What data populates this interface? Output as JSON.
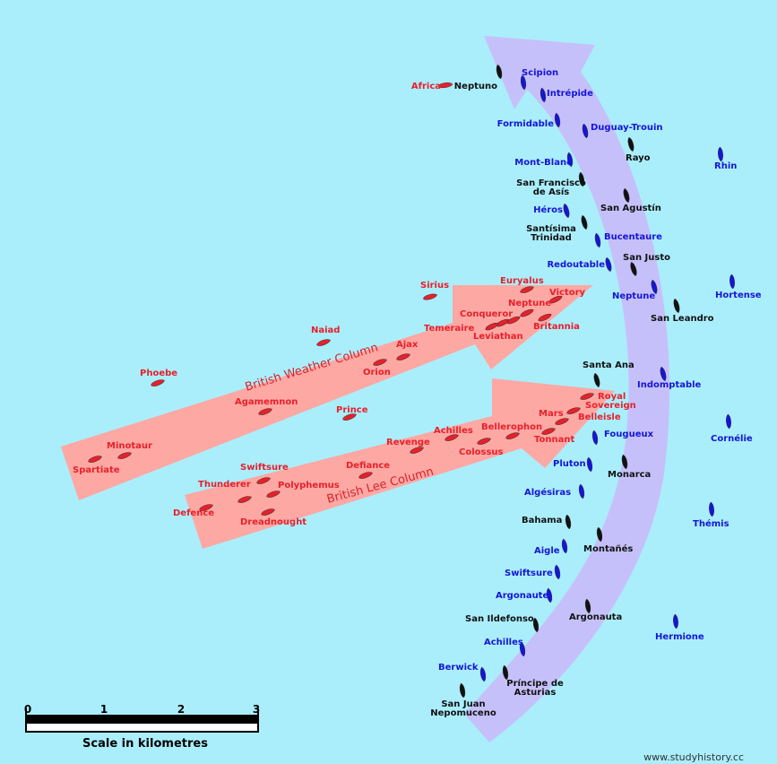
{
  "colors": {
    "sea": "#aaeefc",
    "british": "#e8202a",
    "french": "#1515d8",
    "spanish": "#111111",
    "british_arrow": "#fea8a4",
    "combined_arrow": "#c6c0fa",
    "column_label": "#d8222a"
  },
  "column_labels": {
    "weather": "British Weather Column",
    "lee": "British Lee Column"
  },
  "ships": [
    {
      "name": "Africa",
      "side": "british",
      "label": "Africa"
    },
    {
      "name": "Neptuno",
      "side": "spanish",
      "label": "Neptuno"
    },
    {
      "name": "Scipion",
      "side": "french",
      "label": "Scipion"
    },
    {
      "name": "Intrépide",
      "side": "french",
      "label": "Intrépide"
    },
    {
      "name": "Formidable",
      "side": "french",
      "label": "Formidable"
    },
    {
      "name": "Duguay-Trouin",
      "side": "french",
      "label": "Duguay-Trouin"
    },
    {
      "name": "Rayo",
      "side": "spanish",
      "label": "Rayo"
    },
    {
      "name": "Mont-Blanc",
      "side": "french",
      "label": "Mont-Blanc"
    },
    {
      "name": "Rhin",
      "side": "french",
      "label": "Rhin"
    },
    {
      "name": "San Francisco de Asís",
      "side": "spanish",
      "label": "San Francisco",
      "label2": "de Asís"
    },
    {
      "name": "Héros",
      "side": "french",
      "label": "Héros"
    },
    {
      "name": "San Agustín",
      "side": "spanish",
      "label": "San Agustín"
    },
    {
      "name": "Santísima Trinidad",
      "side": "spanish",
      "label": "Santísima",
      "label2": "Trinidad"
    },
    {
      "name": "Bucentaure",
      "side": "french",
      "label": "Bucentaure"
    },
    {
      "name": "Redoutable",
      "side": "french",
      "label": "Redoutable"
    },
    {
      "name": "San Justo",
      "side": "spanish",
      "label": "San Justo"
    },
    {
      "name": "Neptune (French)",
      "side": "french",
      "label": "Neptune"
    },
    {
      "name": "Hortense",
      "side": "french",
      "label": "Hortense"
    },
    {
      "name": "San Leandro",
      "side": "spanish",
      "label": "San Leandro"
    },
    {
      "name": "Sirius",
      "side": "british",
      "label": "Sirius"
    },
    {
      "name": "Euryalus",
      "side": "british",
      "label": "Euryalus"
    },
    {
      "name": "Victory",
      "side": "british",
      "label": "Victory"
    },
    {
      "name": "Neptune (British)",
      "side": "british",
      "label": "Neptune"
    },
    {
      "name": "Conqueror",
      "side": "british",
      "label": "Conqueror"
    },
    {
      "name": "Britannia",
      "side": "british",
      "label": "Britannia"
    },
    {
      "name": "Temeraire",
      "side": "british",
      "label": "Temeraire"
    },
    {
      "name": "Leviathan",
      "side": "british",
      "label": "Leviathan"
    },
    {
      "name": "Naiad",
      "side": "british",
      "label": "Naiad"
    },
    {
      "name": "Ajax",
      "side": "british",
      "label": "Ajax"
    },
    {
      "name": "Orion",
      "side": "british",
      "label": "Orion"
    },
    {
      "name": "Phoebe",
      "side": "british",
      "label": "Phoebe"
    },
    {
      "name": "Agamemnon",
      "side": "british",
      "label": "Agamemnon"
    },
    {
      "name": "Prince",
      "side": "british",
      "label": "Prince"
    },
    {
      "name": "Santa Ana",
      "side": "spanish",
      "label": "Santa Ana"
    },
    {
      "name": "Indomptable",
      "side": "french",
      "label": "Indomptable"
    },
    {
      "name": "Royal Sovereign",
      "side": "british",
      "label": "Royal",
      "label2": "Sovereign"
    },
    {
      "name": "Mars",
      "side": "british",
      "label": "Mars"
    },
    {
      "name": "Belleisle",
      "side": "british",
      "label": "Belleisle"
    },
    {
      "name": "Tonnant",
      "side": "british",
      "label": "Tonnant"
    },
    {
      "name": "Achilles (British)",
      "side": "british",
      "label": "Achilles"
    },
    {
      "name": "Bellerophon",
      "side": "british",
      "label": "Bellerophon"
    },
    {
      "name": "Revenge",
      "side": "british",
      "label": "Revenge"
    },
    {
      "name": "Colossus",
      "side": "british",
      "label": "Colossus"
    },
    {
      "name": "Fougueux",
      "side": "french",
      "label": "Fougueux"
    },
    {
      "name": "Cornélie",
      "side": "french",
      "label": "Cornélie"
    },
    {
      "name": "Minotaur",
      "side": "british",
      "label": "Minotaur"
    },
    {
      "name": "Spartiate",
      "side": "british",
      "label": "Spartiate"
    },
    {
      "name": "Swiftsure (British)",
      "side": "british",
      "label": "Swiftsure"
    },
    {
      "name": "Defiance",
      "side": "british",
      "label": "Defiance"
    },
    {
      "name": "Thunderer",
      "side": "british",
      "label": "Thunderer"
    },
    {
      "name": "Polyphemus",
      "side": "british",
      "label": "Polyphemus"
    },
    {
      "name": "Defence",
      "side": "british",
      "label": "Defence"
    },
    {
      "name": "Dreadnought",
      "side": "british",
      "label": "Dreadnought"
    },
    {
      "name": "Pluton",
      "side": "french",
      "label": "Pluton"
    },
    {
      "name": "Monarca",
      "side": "spanish",
      "label": "Monarca"
    },
    {
      "name": "Algésiras",
      "side": "french",
      "label": "Algésiras"
    },
    {
      "name": "Thémis",
      "side": "french",
      "label": "Thémis"
    },
    {
      "name": "Bahama",
      "side": "spanish",
      "label": "Bahama"
    },
    {
      "name": "Aigle",
      "side": "french",
      "label": "Aigle"
    },
    {
      "name": "Montañés",
      "side": "spanish",
      "label": "Montañés"
    },
    {
      "name": "Swiftsure (French)",
      "side": "french",
      "label": "Swiftsure"
    },
    {
      "name": "Argonaute",
      "side": "french",
      "label": "Argonaute"
    },
    {
      "name": "Argonauta",
      "side": "spanish",
      "label": "Argonauta"
    },
    {
      "name": "San Ildefonso",
      "side": "spanish",
      "label": "San Ildefonso"
    },
    {
      "name": "Hermione",
      "side": "french",
      "label": "Hermione"
    },
    {
      "name": "Achilles (French)",
      "side": "french",
      "label": "Achilles"
    },
    {
      "name": "Berwick",
      "side": "french",
      "label": "Berwick"
    },
    {
      "name": "Príncipe de Asturias",
      "side": "spanish",
      "label": "Príncipe de",
      "label2": "Asturias"
    },
    {
      "name": "San Juan Nepomuceno",
      "side": "spanish",
      "label": "San Juan",
      "label2": "Nepomuceno"
    }
  ],
  "scale": {
    "ticks": [
      "0",
      "1",
      "2",
      "3"
    ],
    "caption": "Scale in kilometres"
  },
  "watermark": "www.studyhistory.cc"
}
